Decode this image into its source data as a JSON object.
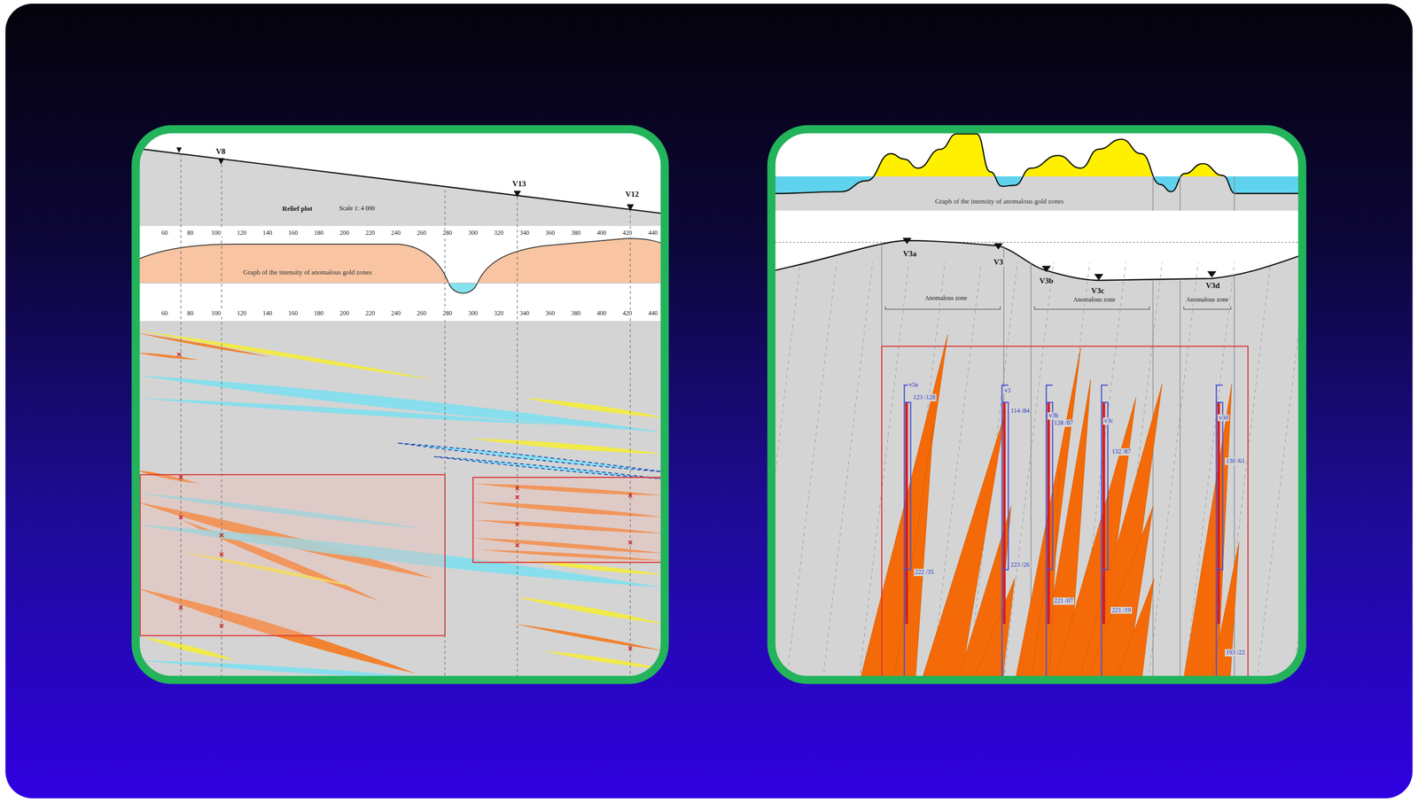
{
  "diagram": {
    "labels": [
      "V8",
      "V13",
      "V12",
      "Relief plot",
      "Scale 1: 4 000",
      "60",
      "80",
      "100",
      "120",
      "140",
      "160",
      "180",
      "200",
      "220",
      "240",
      "260",
      "280",
      "300",
      "320",
      "340",
      "360",
      "380",
      "400",
      "420",
      "440",
      "60",
      "80",
      "100",
      "120",
      "140",
      "160",
      "180",
      "200",
      "220",
      "240",
      "260",
      "280",
      "300",
      "320",
      "340",
      "360",
      "380",
      "400",
      "420",
      "440",
      "Graph of the intensity of anomalous gold zones",
      "Graph of the intensity of anomalous gold zones",
      "V3a",
      "V3",
      "V3b",
      "V3c",
      "V3d",
      "Anomalous zone",
      "Anomalous zone",
      "Anomalous zone",
      "v3a",
      "v3",
      "v3b",
      "v3c",
      "v3d",
      "123 /128",
      "114 /84",
      "128 /87",
      "132 /87",
      "130 /61",
      "222 /35",
      "223 /26",
      "221 /07",
      "221 /19",
      "193 /22"
    ]
  }
}
